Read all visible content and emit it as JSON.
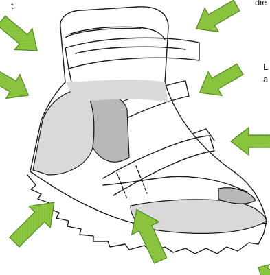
{
  "text_fragments": [
    "t",
    "die",
    "L",
    "a"
  ],
  "colors": {
    "arrow_fill": "#8cc63f",
    "arrow_stroke": "#4f8a1f",
    "shoe_outline": "#1a1a1a",
    "panel_gray": "#d9d9d9",
    "panel_dark": "#b8b8b8",
    "background": "#ffffff"
  },
  "icons": [
    "shoe-illustration",
    "arrow-icon"
  ]
}
